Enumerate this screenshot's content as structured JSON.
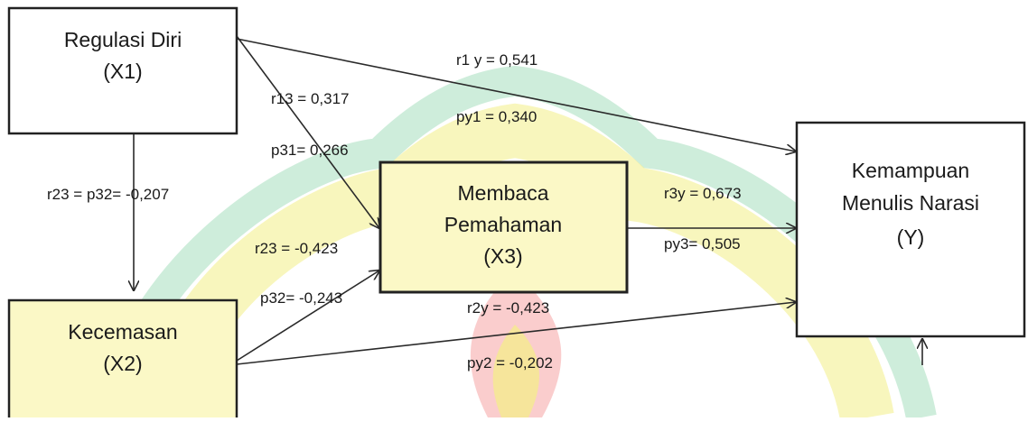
{
  "nodes": {
    "x1": {
      "line1": "Regulasi Diri",
      "line2": "(X1)"
    },
    "x2": {
      "line1": "Kecemasan",
      "line2": "(X2)"
    },
    "x3": {
      "line1": "Membaca",
      "line2": "Pemahaman",
      "line3": "(X3)"
    },
    "y": {
      "line1": "Kemampuan",
      "line2": "Menulis Narasi",
      "line3": "(Y)"
    }
  },
  "labels": {
    "r1y": "r1 y = 0,541",
    "py1": "py1 = 0,340",
    "r13": "r13 = 0,317",
    "p31": "p31= 0,266",
    "r23_p32": "r23 = p32= -0,207",
    "r23": "r23 = -0,423",
    "p32": "p32= -0,243",
    "r3y": "r3y = 0,673",
    "py3": "py3= 0,505",
    "r2y": "r2y = -0,423",
    "py2": "py2 = -0,202"
  },
  "colors": {
    "background": "#ffffff",
    "watermark_green": "#1fae5a",
    "watermark_yellow": "#f3ef86",
    "watermark_red": "#ee4b4b",
    "shaded_box_fill": "#fbf8c6",
    "box_border": "#222222"
  }
}
